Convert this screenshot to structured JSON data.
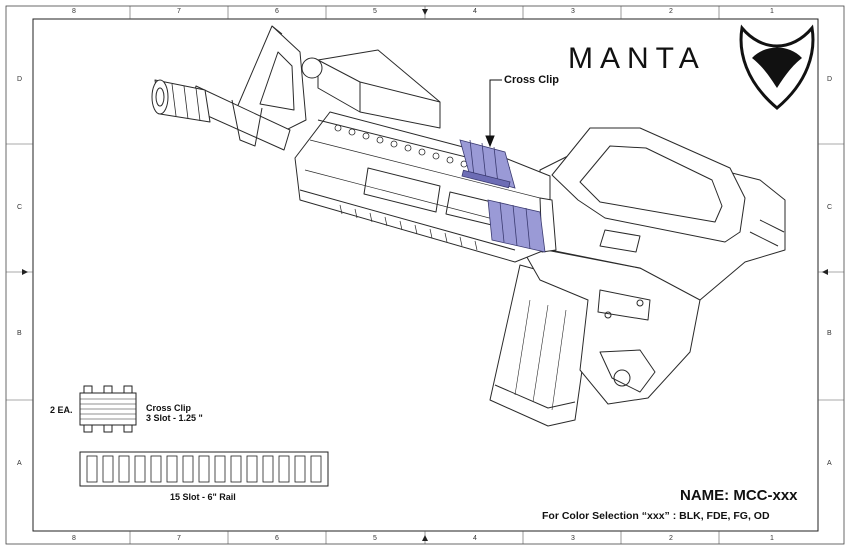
{
  "border": {
    "columns": [
      "8",
      "7",
      "6",
      "5",
      "4",
      "3",
      "2",
      "1"
    ],
    "rows": [
      "D",
      "C",
      "B",
      "A"
    ]
  },
  "brand": {
    "name": "MANTA",
    "logo_icon": "manta-ray-icon"
  },
  "callout": {
    "label": "Cross Clip"
  },
  "parts": {
    "quantity": "2 EA.",
    "clip_name": "Cross Clip",
    "clip_spec": "3 Slot - 1.25 \"",
    "rail_spec": "15 Slot - 6\" Rail"
  },
  "title_block": {
    "name": "NAME: MCC-xxx",
    "color_selection": "For Color Selection “xxx” : BLK, FDE, FG, OD"
  },
  "colors": {
    "line": "#222222",
    "accent": "#8f8fcf",
    "accent_dark": "#6d6db5"
  }
}
